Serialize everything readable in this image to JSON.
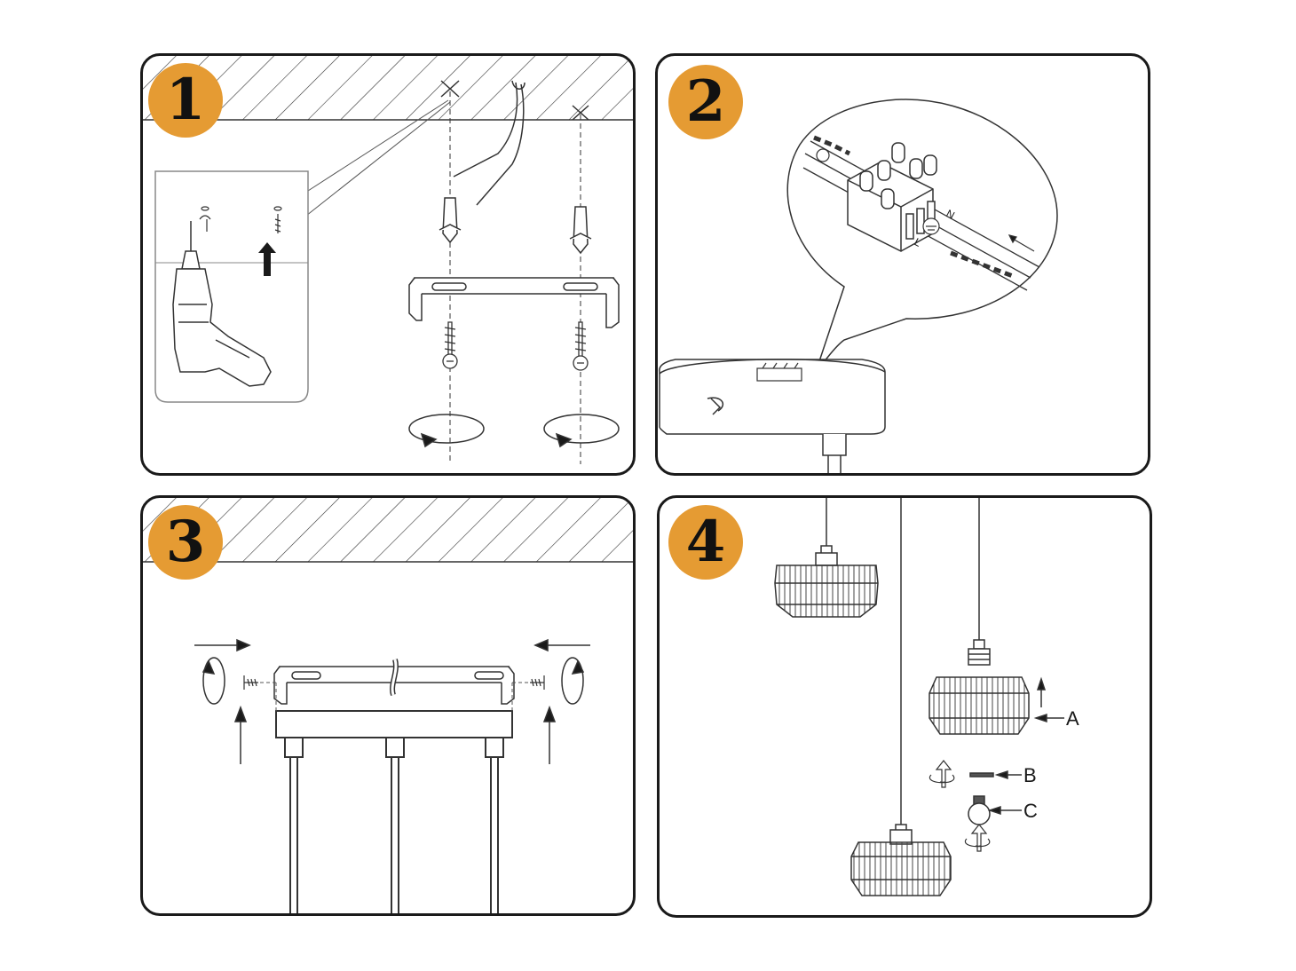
{
  "steps": [
    {
      "number": "1"
    },
    {
      "number": "2"
    },
    {
      "number": "3"
    },
    {
      "number": "4"
    }
  ],
  "wiring": {
    "live": "L",
    "neutral": "N"
  },
  "parts": {
    "shade": "A",
    "ring": "B",
    "bulb": "C"
  },
  "colors": {
    "badge": "#e59b33",
    "line": "#1a1a1a",
    "background": "#ffffff"
  },
  "icons": [
    "drill-icon",
    "screw-icon",
    "wall-plug-icon",
    "rotate-arrow-icon",
    "up-arrow-icon",
    "connector-block-icon",
    "earth-symbol-icon",
    "pendant-shade-icon",
    "bulb-icon"
  ]
}
